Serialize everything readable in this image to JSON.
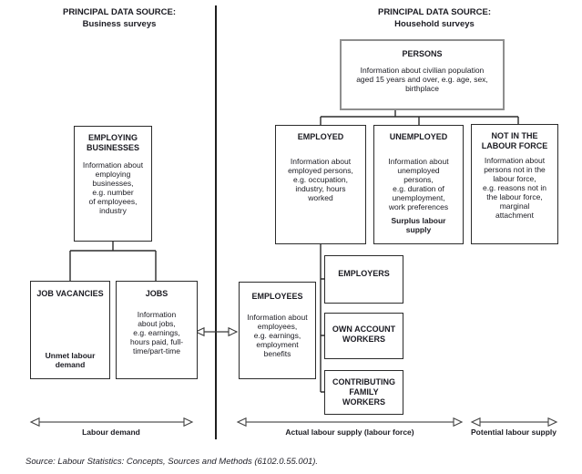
{
  "headers": {
    "business": {
      "line1": "PRINCIPAL DATA SOURCE:",
      "line2": "Business surveys"
    },
    "household": {
      "line1": "PRINCIPAL DATA SOURCE:",
      "line2": "Household surveys"
    }
  },
  "boxes": {
    "persons": {
      "title": "PERSONS",
      "body": "Information about civilian population\naged 15 years and over, e.g. age, sex,\nbirthplace"
    },
    "employing_businesses": {
      "title": "EMPLOYING\nBUSINESSES",
      "body": "Information about\nemploying\nbusinesses,\ne.g. number\nof employees,\nindustry"
    },
    "employed": {
      "title": "EMPLOYED",
      "body": "Information about\nemployed persons,\ne.g. occupation,\nindustry, hours\nworked"
    },
    "unemployed": {
      "title": "UNEMPLOYED",
      "body": "Information about\nunemployed\npersons,\ne.g. duration of\nunemployment,\nwork preferences",
      "footer": "Surplus labour\nsupply"
    },
    "not_in_labour_force": {
      "title": "NOT IN THE\nLABOUR FORCE",
      "body": "Information about\npersons not in the\nlabour force,\ne.g. reasons not in\nthe labour force,\nmarginal\nattachment"
    },
    "job_vacancies": {
      "title": "JOB VACANCIES",
      "footer": "Unmet labour\ndemand"
    },
    "jobs": {
      "title": "JOBS",
      "body": "Information\nabout jobs,\ne.g. earnings,\nhours paid, full-\ntime/part-time"
    },
    "employees": {
      "title": "EMPLOYEES",
      "body": "Information about\nemployees,\ne.g. earnings,\nemployment\nbenefits"
    },
    "employers": {
      "title": "EMPLOYERS"
    },
    "own_account_workers": {
      "title": "OWN ACCOUNT\nWORKERS"
    },
    "contributing_family_workers": {
      "title": "CONTRIBUTING\nFAMILY\nWORKERS"
    }
  },
  "axes": {
    "labour_demand": "Labour demand",
    "actual_labour_supply": "Actual labour supply (labour force)",
    "potential_labour_supply": "Potential labour supply"
  },
  "source_note": "Source: Labour Statistics: Concepts, Sources and Methods (6102.0.55.001).",
  "colors": {
    "text": "#1b1b22",
    "box_border": "#2b2b2b",
    "persons_border": "#8e8e8e",
    "arrow_shaft": "#555555"
  }
}
